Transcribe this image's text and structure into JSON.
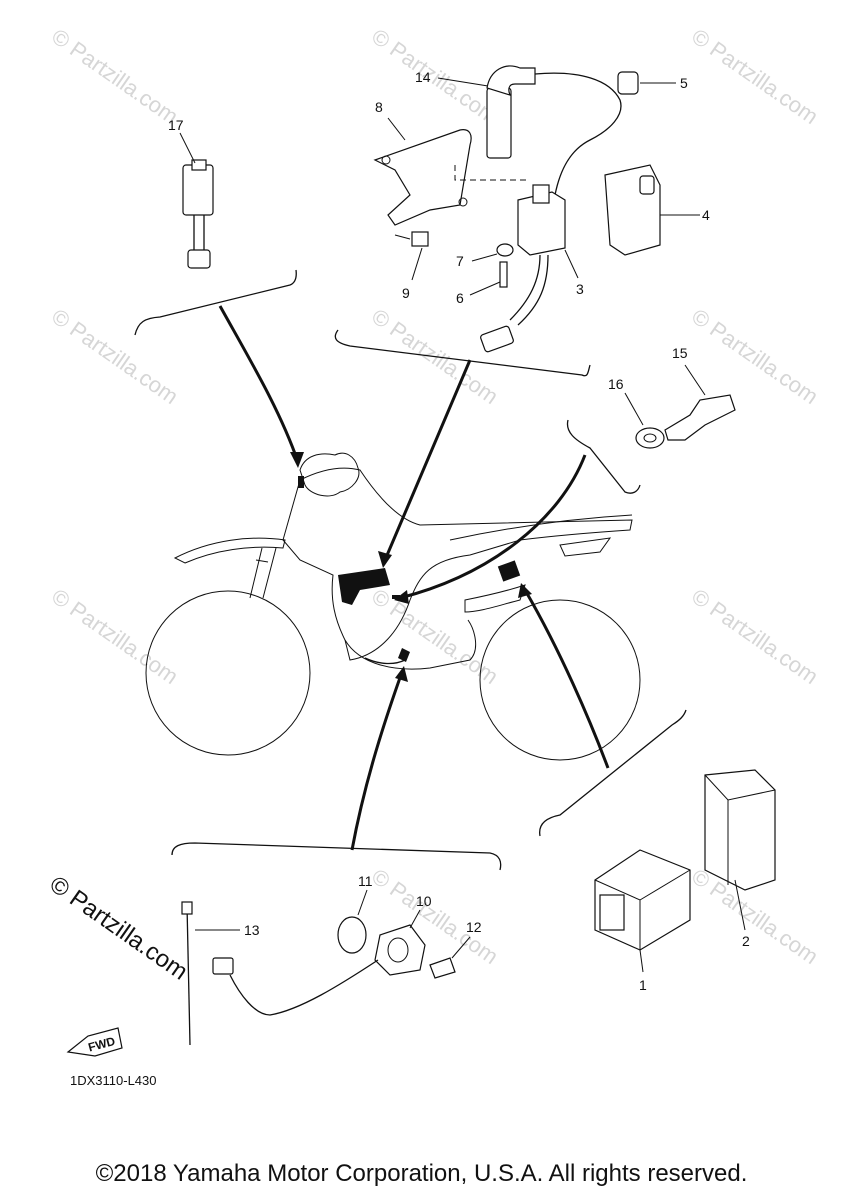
{
  "diagram_code": "1DX3110-L430",
  "fwd_label": "FWD",
  "copyright": "©2018 Yamaha Motor Corporation, U.S.A. All rights reserved.",
  "watermark": "© Partzilla.com",
  "callouts": {
    "c1": "1",
    "c2": "2",
    "c3": "3",
    "c4": "4",
    "c5": "5",
    "c6": "6",
    "c7": "7",
    "c8": "8",
    "c9": "9",
    "c10": "10",
    "c11": "11",
    "c12": "12",
    "c13": "13",
    "c14": "14",
    "c15": "15",
    "c16": "16",
    "c17": "17"
  }
}
